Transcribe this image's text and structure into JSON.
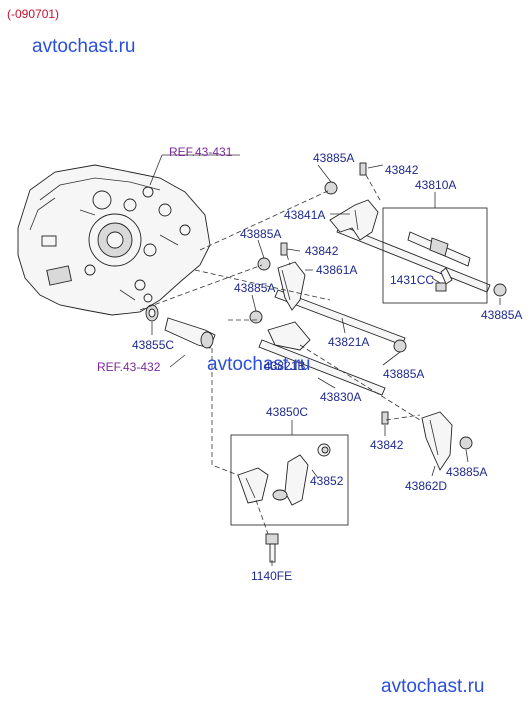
{
  "header": {
    "code": "(-090701)"
  },
  "watermarks": {
    "top": "avtochast.ru",
    "middle": "avtochast.ru",
    "bottom": "avtochast.ru"
  },
  "refs": {
    "ref_431": "REF.43-431",
    "ref_432": "REF.43-432"
  },
  "labels": {
    "p43885A_top": "43885A",
    "p43842_top": "43842",
    "p43810A": "43810A",
    "p43841A": "43841A",
    "p43885A_mid1": "43885A",
    "p43842_mid": "43842",
    "p43861A": "43861A",
    "p1431CC": "1431CC",
    "p43885A_mid2": "43885A",
    "p43885A_right": "43885A",
    "p43821A": "43821A",
    "p43855C": "43855C",
    "p43821B": "43821B",
    "p43885A_lower": "43885A",
    "p43830A": "43830A",
    "p43850C": "43850C",
    "p43842_low": "43842",
    "p43852": "43852",
    "p43885A_bottom": "43885A",
    "p43862D": "43862D",
    "p1140FE": "1140FE"
  }
}
